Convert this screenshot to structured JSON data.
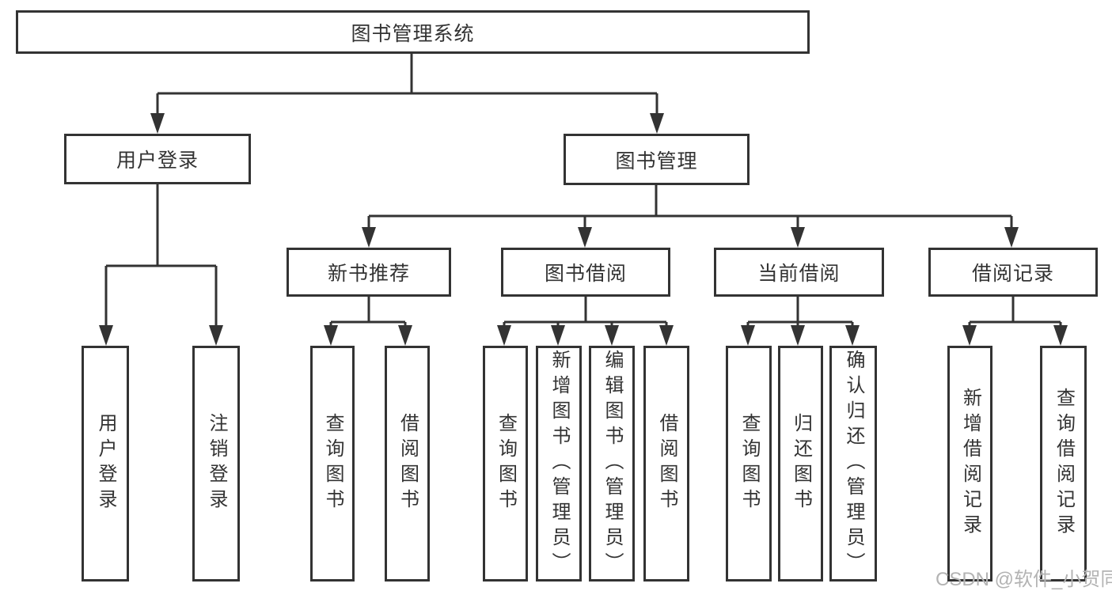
{
  "colors": {
    "line": "#333333",
    "text": "#333333",
    "watermark": "#b3b3b3",
    "background": "#ffffff"
  },
  "watermark": {
    "text": "CSDN @软件_小贺同学"
  },
  "diagram": {
    "root": {
      "label": "图书管理系统"
    },
    "level2": [
      {
        "label": "用户登录"
      },
      {
        "label": "图书管理"
      }
    ],
    "level3": [
      {
        "label": "新书推荐"
      },
      {
        "label": "图书借阅"
      },
      {
        "label": "当前借阅"
      },
      {
        "label": "借阅记录"
      }
    ],
    "leaves": {
      "user_login_children": [
        {
          "label": "用户登录"
        },
        {
          "label": "注销登录"
        }
      ],
      "new_book_children": [
        {
          "label": "查询图书"
        },
        {
          "label": "借阅图书"
        }
      ],
      "book_borrow_children": [
        {
          "label": "查询图书"
        },
        {
          "label": "新增图书（管理员）"
        },
        {
          "label": "编辑图书（管理员）"
        },
        {
          "label": "借阅图书"
        }
      ],
      "current_borrow_children": [
        {
          "label": "查询图书"
        },
        {
          "label": "归还图书"
        },
        {
          "label": "确认归还（管理员）"
        }
      ],
      "borrow_record_children": [
        {
          "label": "新增借阅记录"
        },
        {
          "label": "查询借阅记录"
        }
      ]
    }
  }
}
